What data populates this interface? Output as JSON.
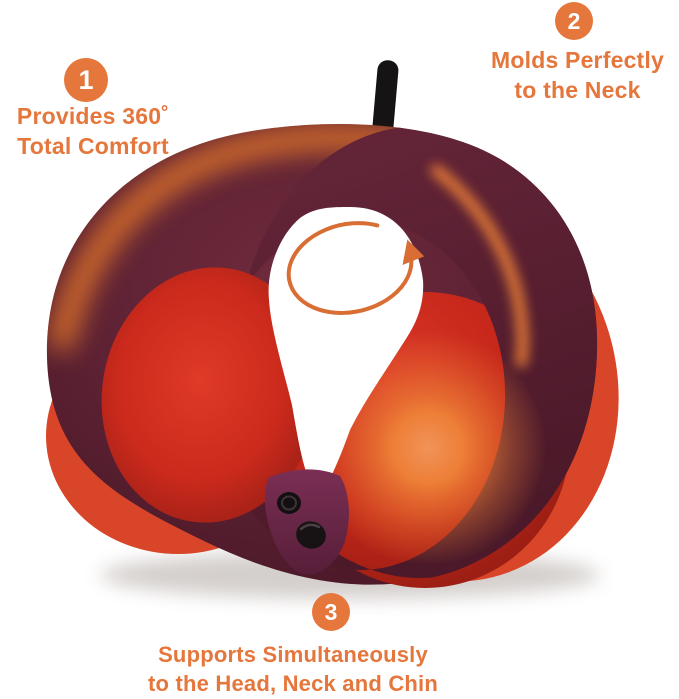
{
  "page": {
    "background": "#FFFFFF"
  },
  "accent": "#E5773C",
  "callouts": [
    {
      "number": "1",
      "line1": "Provides 360˚",
      "line2": "Total Comfort"
    },
    {
      "number": "2",
      "line1": "Molds Perfectly",
      "line2": "to the Neck"
    },
    {
      "number": "3",
      "line1": "Supports Simultaneously",
      "line2": "to the Head, Neck and Chin"
    }
  ],
  "pillow": {
    "colors": {
      "shell_maroon": "#5C2133",
      "cushion_red": "#C62A1D",
      "rim_red": "#D84528",
      "heat_glow_orange": "#EE8136",
      "glow_rim_orange": "#EA7A2C",
      "clasp_plum": "#6E2949",
      "strap_black": "#151313",
      "arrow_orange": "#D96E35",
      "neck_opening_white": "#FFFFFF"
    }
  }
}
